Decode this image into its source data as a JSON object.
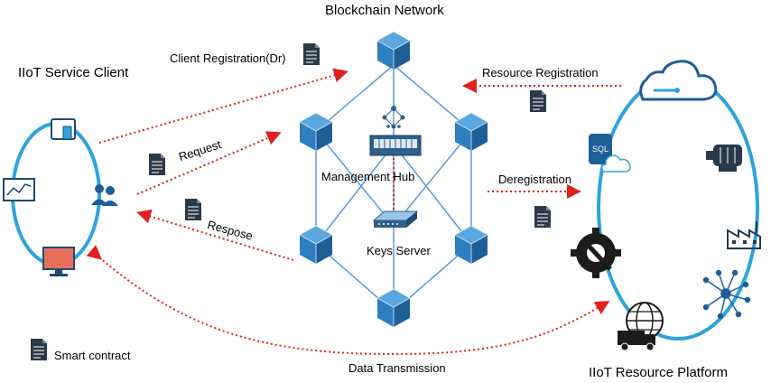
{
  "titles": {
    "network": "Blockchain Network",
    "client": "IIoT Service Client",
    "platform": "IIoT Resource Platform"
  },
  "nodes": {
    "hub": "Management Hub",
    "keys": "Keys Server"
  },
  "flows": {
    "client_registration": "Client Registration(Dr)",
    "request": "Request",
    "respose": "Respose",
    "resource_registration": "Resource Registration",
    "deregistration": "Deregistration",
    "data_transmission": "Data Transmission"
  },
  "legend": {
    "smart_contract": "Smart contract"
  },
  "icons": {
    "client": [
      "tablet-phone-icon",
      "line-chart-icon",
      "users-icon",
      "monitor-icon"
    ],
    "platform": [
      "cloud-icon",
      "sql-database-icon",
      "motor-icon",
      "factory-icon",
      "gear-wrench-icon",
      "network-hub-icon",
      "globe-truck-icon"
    ]
  },
  "colors": {
    "ring": "#2ea3dd",
    "cube": "#2f7fc0",
    "cube_dark": "#1f5f98",
    "cube_light": "#5aa6df",
    "network_line": "#5b9bd5",
    "arrow": "#e01f1f",
    "document": "#2a3a4a"
  }
}
